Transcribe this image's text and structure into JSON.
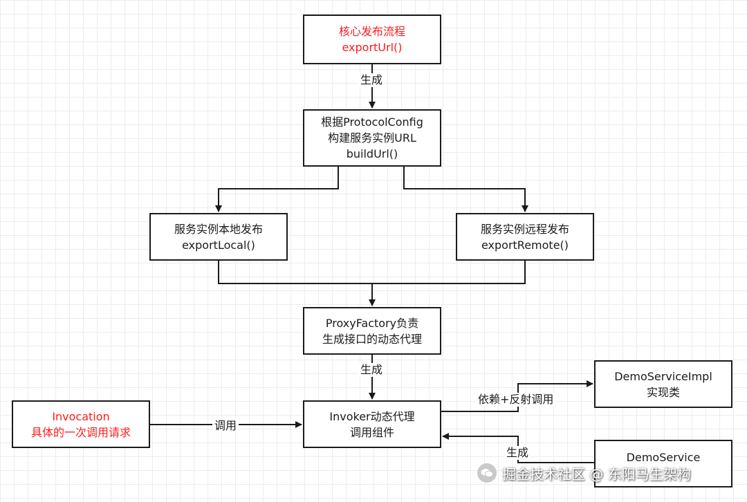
{
  "nodes": {
    "core_flow": {
      "line1": "核心发布流程",
      "line2": "exportUrl()"
    },
    "build_url": {
      "line1": "根据ProtocolConfig",
      "line2": "构建服务实例URL",
      "line3": "buildUrl()"
    },
    "export_local": {
      "line1": "服务实例本地发布",
      "line2": "exportLocal()"
    },
    "export_remote": {
      "line1": "服务实例远程发布",
      "line2": "exportRemote()"
    },
    "proxy_factory": {
      "line1": "ProxyFactory负责",
      "line2": "生成接口的动态代理"
    },
    "invoker": {
      "line1": "Invoker动态代理",
      "line2": "调用组件"
    },
    "invocation": {
      "line1": "Invocation",
      "line2": "具体的一次调用请求"
    },
    "demo_service_impl": {
      "line1": "DemoServiceImpl",
      "line2": "实现类"
    },
    "demo_service": {
      "line1": "DemoService"
    }
  },
  "edges": {
    "generate_1": "生成",
    "generate_2": "生成",
    "call": "调用",
    "depend_reflect": "依赖+反射调用",
    "generate_3": "生成"
  },
  "watermark": "掘金技术社区 @ 东阳马生架构",
  "colors": {
    "highlight": "#ff1a1a",
    "line": "#1a1a1a",
    "grid": "#ececec"
  }
}
